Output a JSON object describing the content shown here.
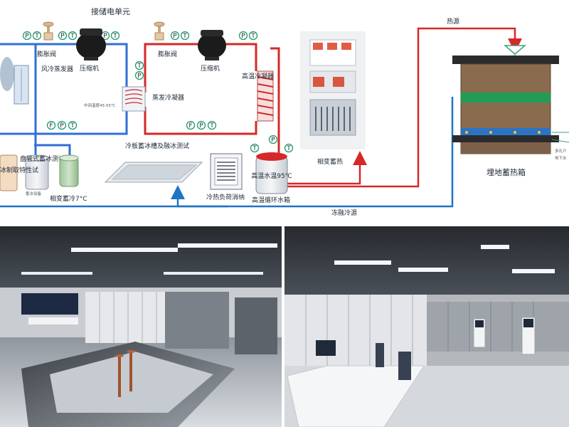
{
  "diagram": {
    "top_label": "接储电单元",
    "heat_source": "热源",
    "underground": "埋地蓄热箱",
    "defrost_cold": "冻融冷源",
    "left_expansion_valve": "膨胀阀",
    "left_compressor": "压缩机",
    "air_evaporator": "风冷蒸发器",
    "mid_temp_note": "中间温度45-55℃",
    "evap_condenser": "蒸发冷凝器",
    "right_expansion_valve": "膨胀阀",
    "right_compressor": "压缩机",
    "hot_condenser": "高温冷凝器",
    "cold_plate": "冷板蓄冰槽及融冰测试",
    "coil_test": "盘管式蓄冰测试",
    "ice_partial": "冰制取特性试",
    "pcm_cold": "相变蓄冷7°C",
    "tank_small_note": "蓄冰设备",
    "cold_load": "冷热负荷消纳",
    "hot_water_label": "高温水温95℃",
    "hot_tank_label": "高温循环水箱",
    "pcm_heat": "相变蓄热",
    "side_label_1": "多孔介",
    "side_label_2": "地下水",
    "sensor_letters": [
      "P",
      "T",
      "F"
    ]
  },
  "colors": {
    "hot_pipe": "#d62828",
    "cold_pipe": "#2f6fd6",
    "return_pipe": "#1f74c5",
    "sensor_green": "#1e9e6a",
    "box_green": "#1f9d55",
    "box_brown": "#8a6b4e"
  },
  "photos": {
    "left_alt": "",
    "right_alt": ""
  }
}
